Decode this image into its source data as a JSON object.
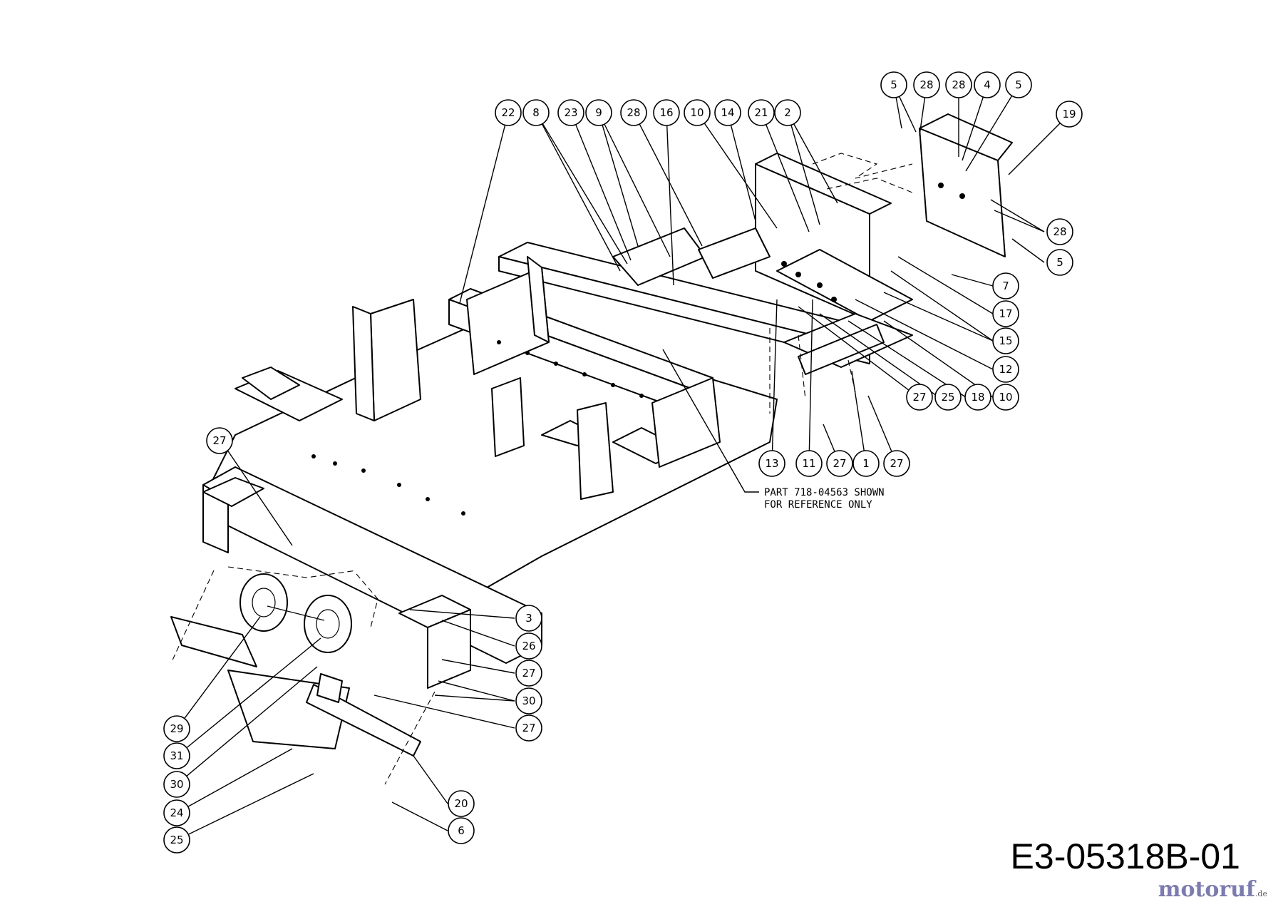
{
  "note": {
    "line1": "PART 718-04563 SHOWN",
    "line2": "FOR REFERENCE ONLY"
  },
  "drawing_id": "E3-05318B-01",
  "watermark": {
    "brand_main": "motoruf",
    "brand_o": "",
    "brand_suffix": ".de"
  },
  "callouts": {
    "top": [
      "22",
      "8",
      "23",
      "9",
      "28",
      "16",
      "10",
      "14",
      "21",
      "2"
    ],
    "topright": [
      "5",
      "28",
      "28",
      "4",
      "5",
      "19"
    ],
    "right": [
      "28",
      "5",
      "7",
      "17",
      "15",
      "12",
      "10",
      "18",
      "25",
      "27"
    ],
    "bottomright": [
      "13",
      "11",
      "27",
      "1",
      "27"
    ],
    "left": [
      "27",
      "29",
      "31",
      "30",
      "24",
      "25"
    ],
    "center": [
      "3",
      "26",
      "27",
      "30",
      "27",
      "20",
      "6"
    ]
  }
}
